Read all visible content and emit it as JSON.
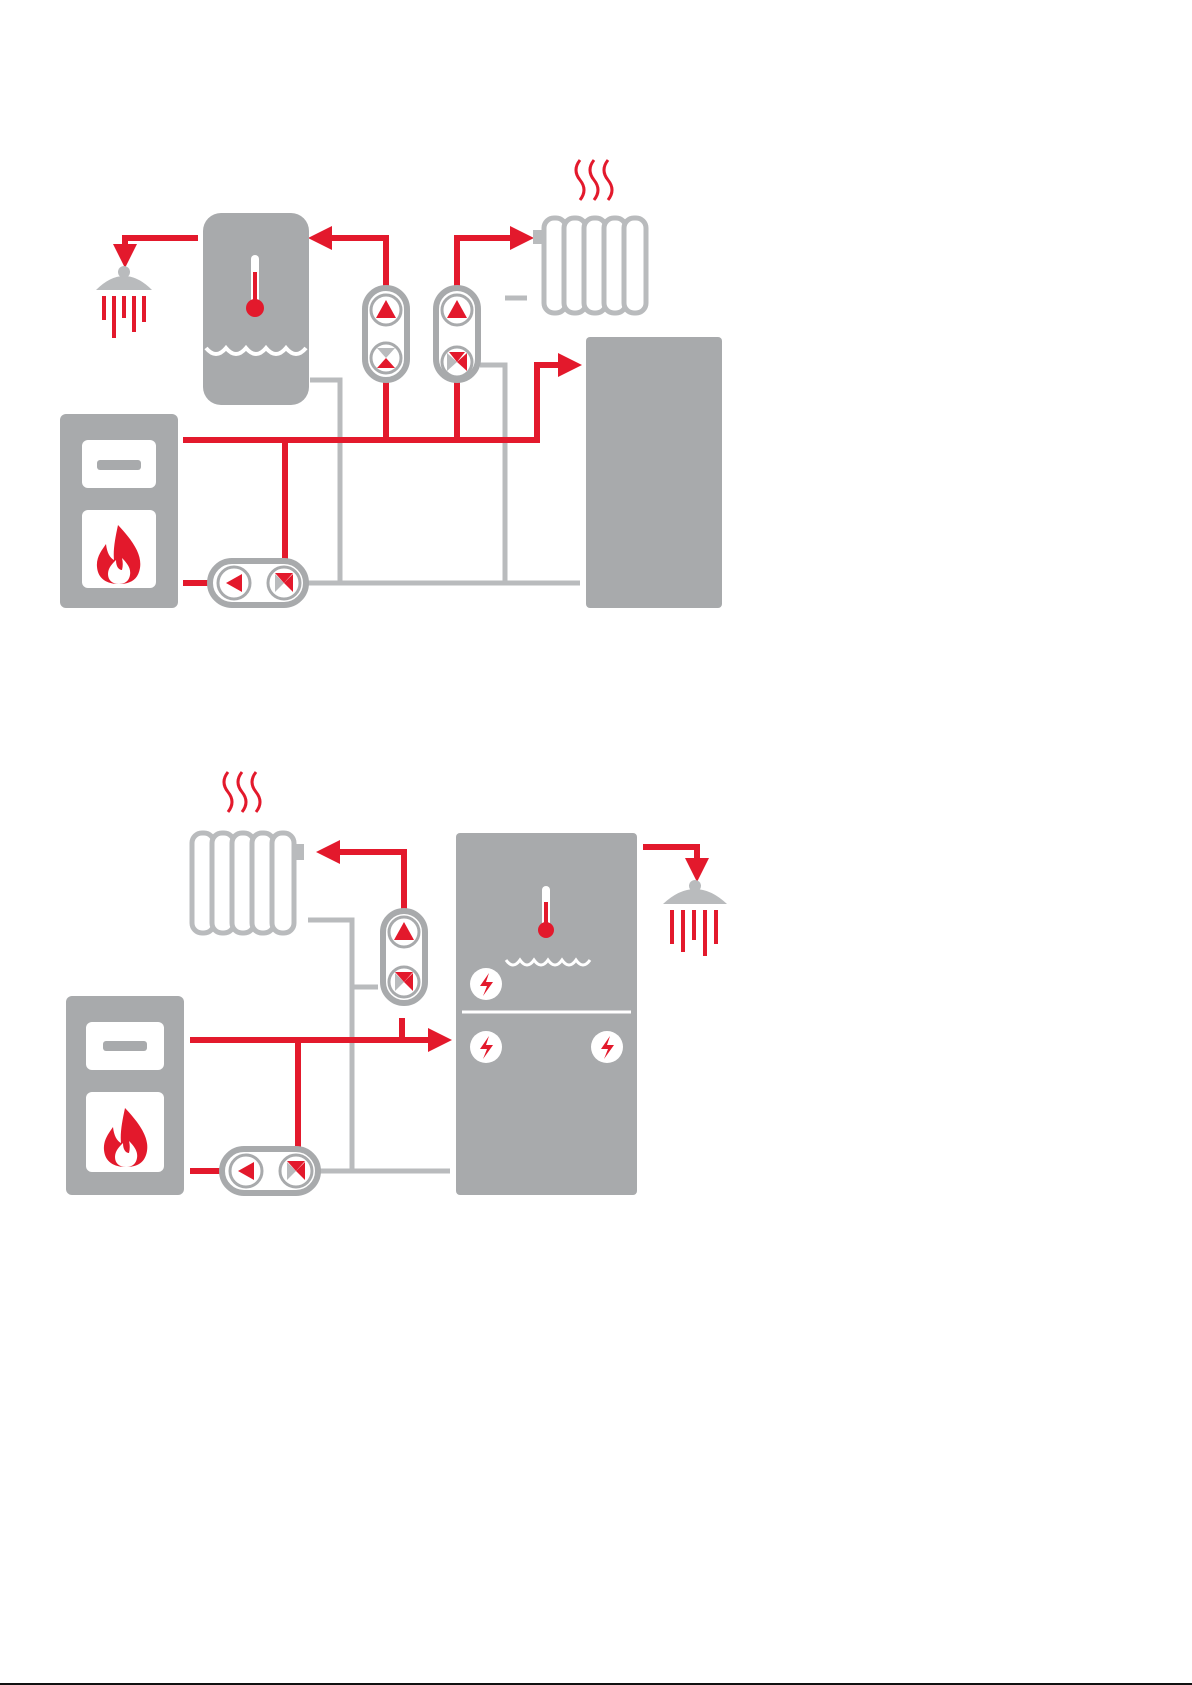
{
  "colors": {
    "hot": "#e3192c",
    "cold": "#b9bbbd",
    "unit": "#a8aaac",
    "panel": "#ffffff",
    "page": "#ffffff",
    "rule": "#111111"
  },
  "diagrams": [
    {
      "name": "boiler-with-separate-hot-water-cylinder-and-buffer-tank",
      "components": [
        "boiler-flame-icon",
        "hot-water-cylinder",
        "thermometer-icon",
        "shower-icon",
        "radiator-icon",
        "heat-waves-icon",
        "pump-valve-group",
        "buffer-tank",
        "circulation-pump"
      ]
    },
    {
      "name": "boiler-with-combined-tank-with-electric-heaters",
      "components": [
        "boiler-flame-icon",
        "radiator-icon",
        "heat-waves-icon",
        "pump-valve-group",
        "combined-tank",
        "thermometer-icon",
        "electric-heater-icon",
        "shower-icon",
        "circulation-pump"
      ]
    }
  ]
}
